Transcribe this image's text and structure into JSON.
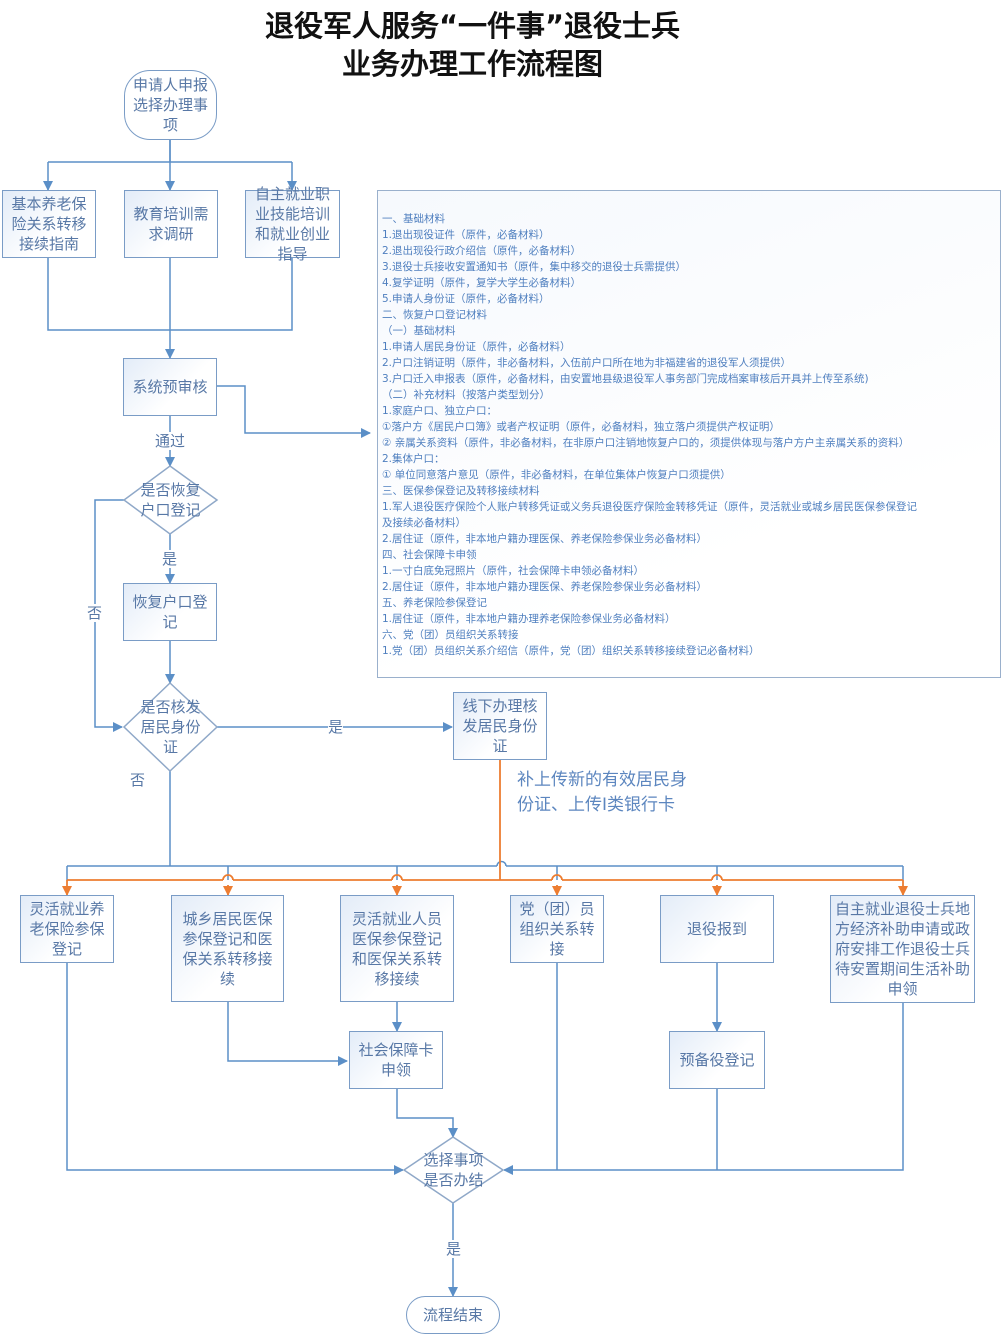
{
  "title": {
    "line1": "退役军人服务“一件事”退役士兵",
    "line2": "业务办理工作流程图"
  },
  "nodes": {
    "start": "申请人申报选择办理事项",
    "pension_guide": "基本养老保险关系转移接续指南",
    "education_survey": "教育培训需求调研",
    "self_employment_guide": "自主就业职业技能培训和就业创业指导",
    "system_precheck": "系统预审核",
    "restore_hukou_decision": "是否恢复户口登记",
    "restore_hukou": "恢复户口登记",
    "issue_id_decision": "是否核发居民身份证",
    "offline_id": "线下办理核发居民身份证",
    "flexible_pension": "灵活就业养老保险参保登记",
    "urban_rural_medical": "城乡居民医保参保登记和医保关系转移接续",
    "flexible_medical": "灵活就业人员医保参保登记和医保关系转移接续",
    "party_relation": "党（团）员组织关系转接",
    "discharge_report": "退役报到",
    "self_employment_subsidy": "自主就业退役士兵地方经济补助申请或政府安排工作退役士兵待安置期间生活补助申领",
    "social_security_card": "社会保障卡申领",
    "reserve_registration": "预备役登记",
    "completed_decision": "选择事项是否办结",
    "end": "流程结束"
  },
  "edge_labels": {
    "pass": "通过",
    "yes_restore": "是",
    "no_restore": "否",
    "yes_issue": "是",
    "no_issue": "否",
    "yes_end": "是"
  },
  "note": {
    "line1": "补上传新的有效居民身",
    "line2": "份证、上传Ⅰ类银行卡"
  },
  "materials": [
    "一、基础材料",
    "1.退出现役证件（原件，必备材料）",
    "2.退出现役行政介绍信（原件，必备材料）",
    "3.退役士兵接收安置通知书（原件，集中移交的退役士兵需提供）",
    "4.复学证明（原件，复学大学生必备材料）",
    "5.申请人身份证（原件，必备材料）",
    "二、恢复户口登记材料",
    "（一）基础材料",
    "1.申请人居民身份证（原件，必备材料）",
    "2.户口注销证明（原件，非必备材料，入伍前户口所在地为非福建省的退役军人须提供）",
    "3.户口迁入申报表（原件，必备材料，由安置地县级退役军人事务部门完成档案审核后开具并上传至系统)",
    "（二）补充材料（按落户类型划分）",
    "1.家庭户口、独立户口：",
    "①落户方《居民户口簿》或者产权证明（原件，必备材料，独立落户须提供产权证明）",
    "② 亲属关系资料（原件，非必备材料，在非原户口注销地恢复户口的，须提供体现与落户方户主亲属关系的资料）",
    "2.集体户口：",
    "① 单位同意落户意见（原件，非必备材料，在单位集体户恢复户口须提供）",
    "三、医保参保登记及转移接续材料",
    "1.军人退役医疗保险个人账户转移凭证或义务兵退役医疗保险金转移凭证（原件，灵活就业或城乡居民医保参保登记",
    "及接续必备材料）",
    "2.居住证（原件，非本地户籍办理医保、养老保险参保业务必备材料）",
    "四、社会保障卡申领",
    "1.一寸白底免冠照片（原件，社会保障卡申领必备材料）",
    "2.居住证（原件，非本地户籍办理医保、养老保险参保业务必备材料）",
    "五、养老保险参保登记",
    "1.居住证（原件，非本地户籍办理养老保险参保业务必备材料）",
    "六、党（团）员组织关系转接",
    "1.党（团）员组织关系介绍信（原件，党（团）组织关系转移接续登记必备材料）"
  ],
  "colors": {
    "connector": "#5b8fc7",
    "highlight_connector": "#ed7d31",
    "node_border": "#7a9cc6",
    "node_text": "#5878a6"
  }
}
